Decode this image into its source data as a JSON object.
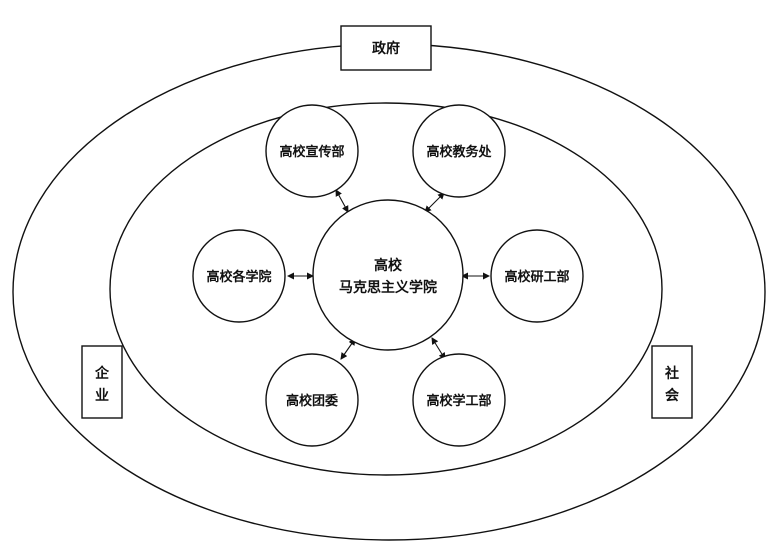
{
  "outer_boxes": {
    "top": "政府",
    "left": "企业",
    "right": "社会"
  },
  "center": {
    "line1": "高校",
    "line2": "马克思主义学院"
  },
  "nodes": {
    "top_left": "高校宣传部",
    "top_right": "高校教务处",
    "left": "高校各学院",
    "right": "高校研工部",
    "bottom_left": "高校团委",
    "bottom_right": "高校学工部"
  }
}
